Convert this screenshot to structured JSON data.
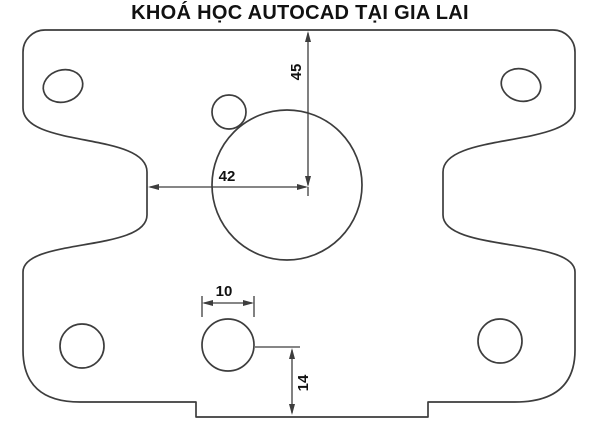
{
  "title": "KHOÁ HỌC AUTOCAD TẠI GIA LAI",
  "colors": {
    "background": "#ffffff",
    "line": "#3d3d3d",
    "text": "#111111"
  },
  "dimensions": {
    "vertical_top_to_center": "45",
    "horizontal_left_to_center": "42",
    "small_hole_width": "10",
    "small_hole_to_bottom": "14"
  }
}
